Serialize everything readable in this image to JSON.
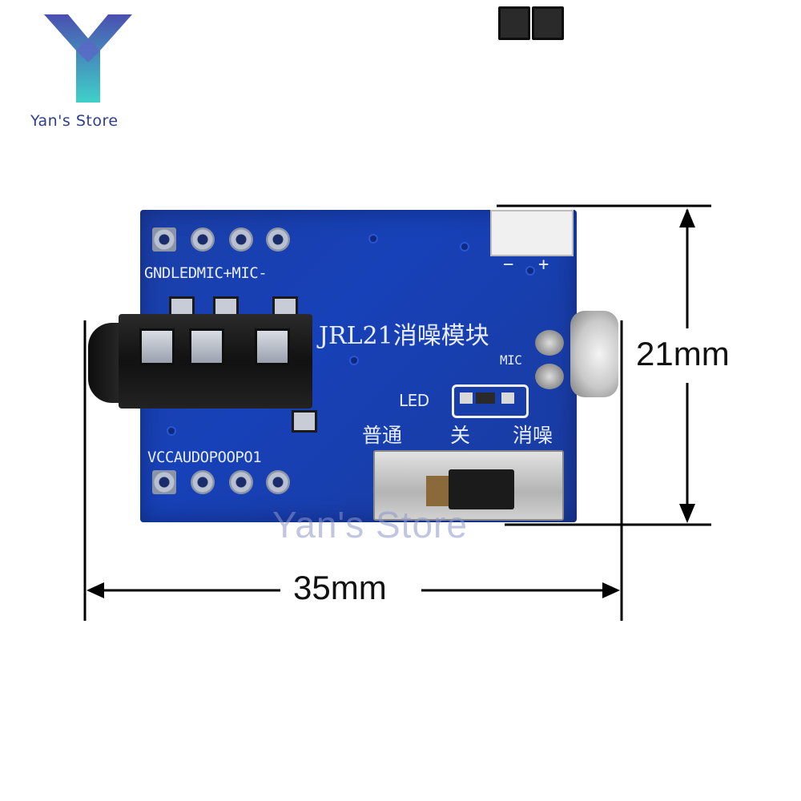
{
  "brand": {
    "name": "Yan's Store",
    "watermark": "Yan's Store"
  },
  "dimensions": {
    "width": "35mm",
    "height": "21mm"
  },
  "pcb": {
    "title": "JRL21消噪模块",
    "top_pins": "GNDLEDMIC+MIC-",
    "bottom_pins": "VCCAUDOPOOPO1",
    "header_minus": "−",
    "header_plus": "+",
    "mic_label": "MIC",
    "led_label": "LED",
    "mode_normal": "普通",
    "mode_off": "关",
    "mode_anc": "消噪"
  },
  "colors": {
    "pcb": "#1741b8",
    "brand": "#2f3f8f"
  }
}
